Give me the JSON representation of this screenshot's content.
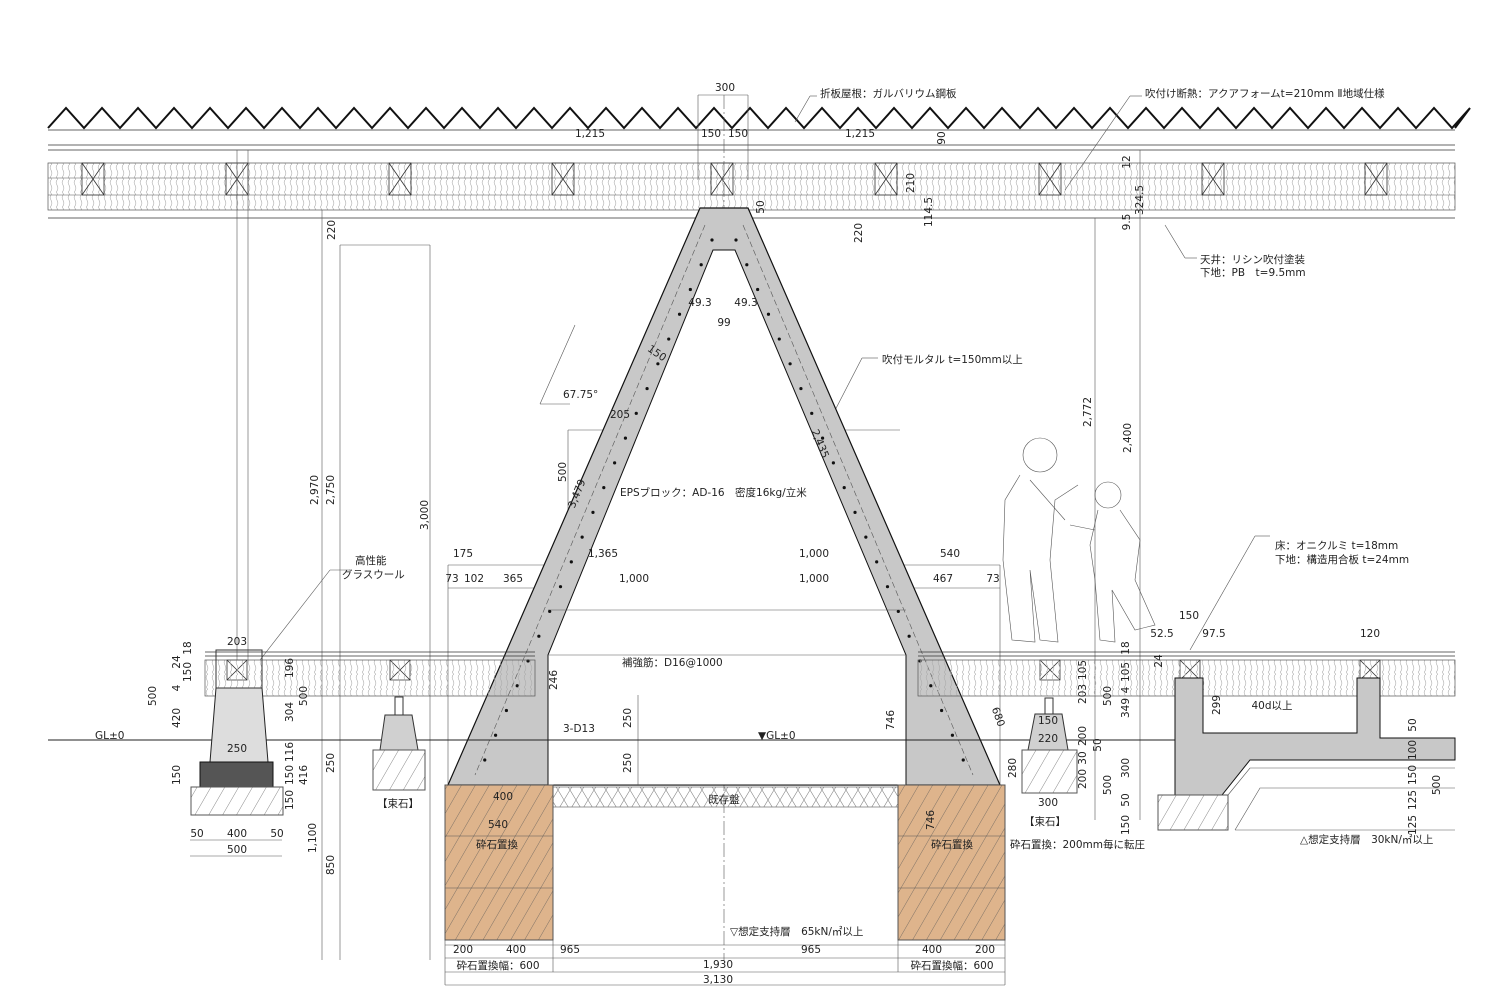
{
  "annotations": {
    "roof": "折板屋根：ガルバリウム鋼板",
    "insulation": "吹付け断熱：アクアフォームt=210mm Ⅱ地域仕様",
    "ceiling_finish": "天井：リシン吹付塗装",
    "ceiling_base": "下地：PB　t=9.5mm",
    "mortar": "吹付モルタル t=150mm以上",
    "eps": "EPSブロック：AD-16　密度16kg/立米",
    "glasswool_1": "高性能",
    "glasswool_2": "グラスウール",
    "floor_finish": "床：オニクルミ t=18mm",
    "floor_base": "下地：構造用合板 t=24mm",
    "rebar": "補強筋：D16@1000",
    "rebar_3d13": "3-D13",
    "gl_left": "GL±0",
    "gl_center": "▼GL±0",
    "existing_slab": "既存盤",
    "tsukaishi_left": "【束石】",
    "tsukaishi_right": "【束石】",
    "gravel_left": "砕石置換",
    "gravel_right": "砕石置換",
    "gravel_note": "砕石置換：200mm毎に転圧",
    "bearing_main": "▽想定支持層　65kN/㎡以上",
    "bearing_right": "△想定支持層　30kN/㎡以上",
    "gravel_width_left": "砕石置換幅：600",
    "gravel_width_right": "砕石置換幅：600",
    "angle": "67.75°",
    "anchorage": "40d以上"
  },
  "dimensions": {
    "d300": "300",
    "d1215a": "1,215",
    "d150a": "150",
    "d150b": "150",
    "d1215b": "1,215",
    "d90": "90",
    "d210": "210",
    "d1145": "114.5",
    "d50top": "50",
    "d220a": "220",
    "d220b": "220",
    "d12": "12",
    "d3245": "324.5",
    "d95": "9.5",
    "d493a": "49.3",
    "d493b": "49.3",
    "d99": "99",
    "d150s": "150",
    "d205": "205",
    "d500a": "500",
    "d3479": "3,479",
    "d2435": "2,435",
    "d2970": "2,970",
    "d2750": "2,750",
    "d3000": "3,000",
    "d2772": "2,772",
    "d2400": "2,400",
    "d175": "175",
    "d1365": "1,365",
    "d1000a": "1,000",
    "d540": "540",
    "d73a": "73",
    "d102": "102",
    "d365": "365",
    "d1000b": "1,000",
    "d1000c": "1,000",
    "d467": "467",
    "d73b": "73",
    "d203": "203",
    "d18": "18",
    "d24": "24",
    "d150c": "150",
    "d4": "4",
    "d420": "420",
    "d500b": "500",
    "d150d": "150",
    "d196": "196",
    "d304": "304",
    "d500c": "500",
    "d250a": "250",
    "d116": "116",
    "d150e": "150",
    "d416": "416",
    "d150f": "150",
    "d50a": "50",
    "d400a": "400",
    "d50b": "50",
    "d500d": "500",
    "d250b": "250",
    "d1100": "1,100",
    "d850": "850",
    "d246": "246",
    "d250c": "250",
    "d250d": "250",
    "d746a": "746",
    "d680": "680",
    "d280a": "280",
    "d400b": "400",
    "d540b": "540",
    "d746b": "746",
    "d200a": "200",
    "d400c": "400",
    "d965a": "965",
    "d965b": "965",
    "d400d": "400",
    "d200b": "200",
    "d1930": "1,930",
    "d3130": "3,130",
    "d150g": "150",
    "d525": "52.5",
    "d975": "97.5",
    "d120": "120",
    "d18b": "18",
    "d24b": "24",
    "d105a": "105",
    "d105b": "105",
    "d4b": "4",
    "d203b": "203",
    "d349": "349",
    "d500e": "500",
    "d299": "299",
    "d150h": "150",
    "d220c": "220",
    "d200c": "200",
    "d50c": "50",
    "d30": "30",
    "d200d": "200",
    "d300b": "300",
    "d500f": "500",
    "d50d": "50",
    "d150i": "150",
    "d50e": "50",
    "d100": "100",
    "d150j": "150",
    "d125a": "125",
    "d125b": "125",
    "d500g": "500",
    "d300c": "300"
  },
  "colors": {
    "concrete": "#c8c8c8",
    "gravel": "#deb48c",
    "footing_dark": "#555555",
    "line": "#333333"
  }
}
